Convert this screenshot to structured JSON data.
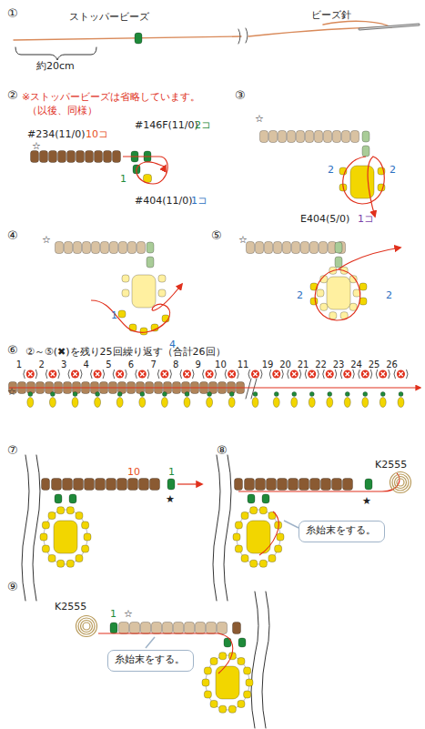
{
  "diagram": {
    "nodes": [
      {
        "text": [
          "糸始末をする。"
        ]
      },
      {
        "text": [
          "糸始末をする。"
        ]
      }
    ],
    "labels": [
      "①",
      "ストッパービーズ",
      "ビーズ針",
      "約20cm",
      "②",
      "※ストッパービーズは省略しています。",
      "（以後、同様）",
      "#234(11/0)",
      "10コ",
      "☆",
      "#146F(11/0)",
      "2コ",
      "1",
      "#404(11/0)",
      "1コ",
      "③",
      "☆",
      "2",
      "2",
      "E404(5/0)",
      "1コ",
      "④",
      "☆",
      "1",
      "4",
      "⑤",
      "☆",
      "2",
      "2",
      "⑥",
      "②～⑤(✖)を残り25回繰り返す（合計26回）",
      "1",
      "2",
      "3",
      "4",
      "5",
      "6",
      "7",
      "8",
      "9",
      "10",
      "11",
      "19",
      "20",
      "21",
      "22",
      "23",
      "24",
      "25",
      "26",
      "☆",
      "⑦",
      "10",
      "1",
      "★",
      "⑧",
      "K2555",
      "★",
      "⑨",
      "K2555",
      "1",
      "☆"
    ]
  }
}
